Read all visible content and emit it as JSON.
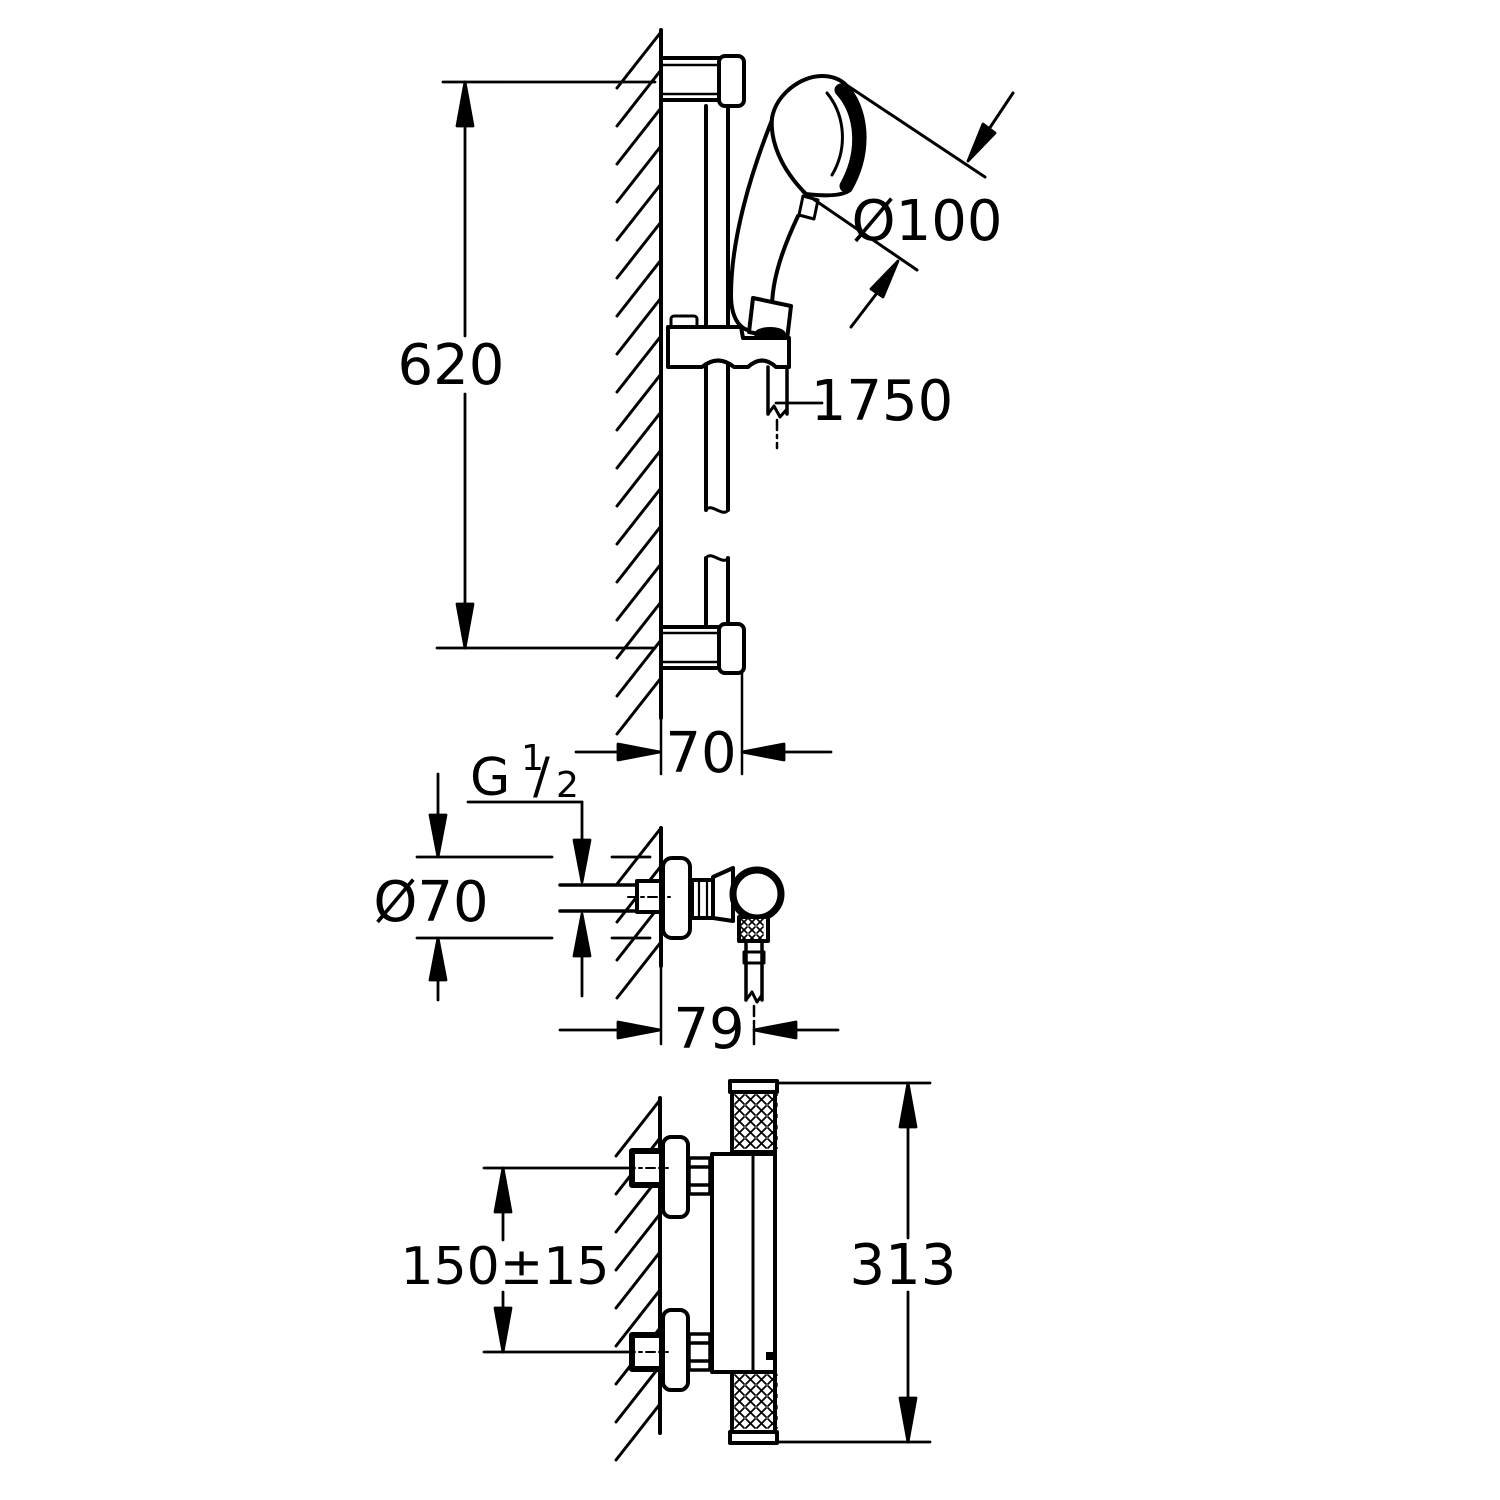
{
  "drawing": {
    "type": "technical-dimension-drawing",
    "colors": {
      "line": "#000000",
      "background": "#ffffff"
    },
    "dimensions": {
      "rail_height": "620",
      "head_diameter": "Ø100",
      "hose_length": "1750",
      "rail_wall_offset": "70",
      "thread_prefix": "G",
      "thread_numerator": "1",
      "thread_slash": "/",
      "thread_denominator": "2",
      "escutcheon_diameter": "Ø70",
      "valve_depth": "79",
      "connection_spacing": "150±15",
      "thermostat_height": "313"
    }
  }
}
